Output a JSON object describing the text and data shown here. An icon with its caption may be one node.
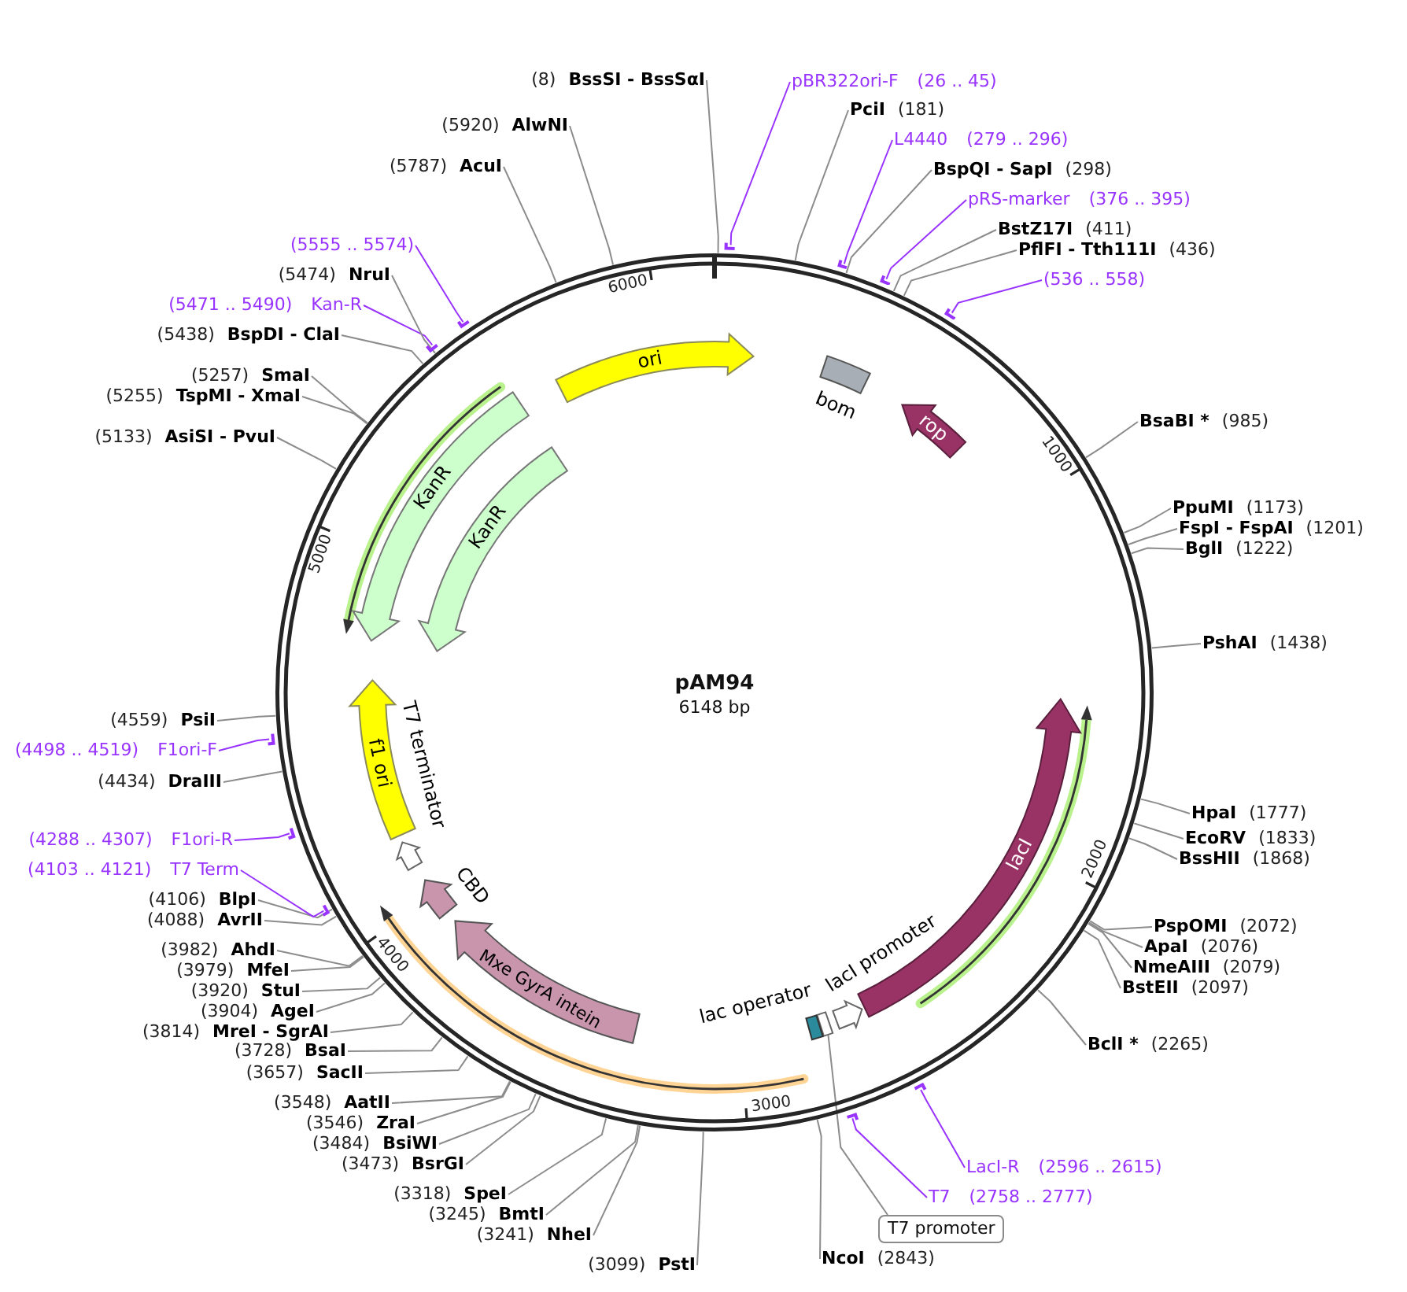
{
  "diagram": {
    "nodes": [
      {
        "text": [
          "pAM94",
          "6148 bp"
        ]
      },
      {
        "text": [
          "ori"
        ],
        "in": 0
      },
      {
        "text": [
          "bom"
        ],
        "in": 0
      },
      {
        "text": [
          "rop"
        ],
        "in": 0
      },
      {
        "text": [
          "lacI"
        ],
        "in": 0
      },
      {
        "text": [
          "lacI promoter"
        ],
        "in": 0
      },
      {
        "text": [],
        "shape": "box",
        "in": 0
      },
      {
        "text": [
          "lac operator"
        ],
        "in": 0
      },
      {
        "text": [
          "Mxe GyrA intein"
        ],
        "in": 0
      },
      {
        "text": [
          "CBD"
        ],
        "in": 0
      },
      {
        "text": [
          "T7 terminator"
        ],
        "in": 0
      },
      {
        "text": [
          "f1 ori"
        ],
        "in": 0
      },
      {
        "text": [
          "KanR"
        ],
        "in": 0
      },
      {
        "text": [
          "KanR"
        ],
        "in": 0
      },
      {
        "text": [
          "(8)",
          "BssSI - BssSαI"
        ]
      },
      {
        "text": [
          "pBR322ori-F",
          "(26 .. 45)"
        ]
      },
      {
        "text": [],
        "shape": "bar"
      },
      {
        "text": [
          "PciI",
          "(181)"
        ]
      },
      {
        "text": [
          "L4440",
          "(279 .. 296)"
        ]
      },
      {
        "text": [],
        "shape": "bar"
      },
      {
        "text": [
          "BspQI - SapI",
          "(298)"
        ]
      },
      {
        "text": [
          "pRS-marker",
          "(376 .. 395)"
        ]
      },
      {
        "text": [],
        "shape": "bar"
      },
      {
        "text": [
          "BstZ17I",
          "(411)"
        ]
      },
      {
        "text": [
          "PflFI - Tth111I",
          "(436)"
        ]
      },
      {
        "text": [
          "(536 .. 558)"
        ]
      },
      {
        "text": [],
        "shape": "bar"
      },
      {
        "text": [
          "BsaBI *",
          "(985)"
        ]
      },
      {
        "text": [
          "PpuMI",
          "(1173)"
        ]
      },
      {
        "text": [
          "FspI - FspAI",
          "(1201)"
        ]
      },
      {
        "text": [
          "BglI",
          "(1222)"
        ]
      },
      {
        "text": [
          "PshAI",
          "(1438)"
        ]
      },
      {
        "text": [
          "HpaI",
          "(1777)"
        ]
      },
      {
        "text": [
          "EcoRV",
          "(1833)"
        ]
      },
      {
        "text": [
          "BssHII",
          "(1868)"
        ]
      },
      {
        "text": [
          "PspOMI",
          "(2072)"
        ]
      },
      {
        "text": [
          "ApaI",
          "(2076)"
        ]
      },
      {
        "text": [
          "NmeAIII",
          "(2079)"
        ]
      },
      {
        "text": [
          "BstEII",
          "(2097)"
        ]
      },
      {
        "text": [
          "BclI *",
          "(2265)"
        ]
      },
      {
        "text": [
          "LacI-R",
          "(2596 .. 2615)"
        ]
      },
      {
        "text": [],
        "shape": "bar"
      },
      {
        "text": [
          "T7",
          "(2758 .. 2777)"
        ]
      },
      {
        "text": [],
        "shape": "bar"
      },
      {
        "text": [
          "T7 promoter"
        ]
      },
      {
        "text": [
          "NcoI",
          "(2843)"
        ]
      },
      {
        "text": [
          "(3099)",
          "PstI"
        ]
      },
      {
        "text": [
          "(3241)",
          "NheI"
        ]
      },
      {
        "text": [
          "(3245)",
          "BmtI"
        ]
      },
      {
        "text": [
          "(3318)",
          "SpeI"
        ]
      },
      {
        "text": [
          "(3473)",
          "BsrGI"
        ]
      },
      {
        "text": [
          "(3484)",
          "BsiWI"
        ]
      },
      {
        "text": [
          "(3546)",
          "ZraI"
        ]
      },
      {
        "text": [
          "(3548)",
          "AatII"
        ]
      },
      {
        "text": [
          "(3657)",
          "SacII"
        ]
      },
      {
        "text": [
          "(3728)",
          "BsaI"
        ]
      },
      {
        "text": [
          "(3814)",
          "MreI - SgrAI"
        ]
      },
      {
        "text": [
          "(3904)",
          "AgeI"
        ]
      },
      {
        "text": [
          "(3920)",
          "StuI"
        ]
      },
      {
        "text": [
          "(3979)",
          "MfeI"
        ]
      },
      {
        "text": [
          "(3982)",
          "AhdI"
        ]
      },
      {
        "text": [
          "(4088)",
          "AvrII"
        ]
      },
      {
        "text": [
          "(4106)",
          "BlpI"
        ]
      },
      {
        "text": [
          "(4103 .. 4121)",
          "T7 Term"
        ]
      },
      {
        "text": [],
        "shape": "bar"
      },
      {
        "text": [
          "(4288 .. 4307)",
          "F1ori-R"
        ]
      },
      {
        "text": [],
        "shape": "bar"
      },
      {
        "text": [
          "(4434)",
          "DraIII"
        ]
      },
      {
        "text": [
          "(4498 .. 4519)",
          "F1ori-F"
        ]
      },
      {
        "text": [],
        "shape": "bar"
      },
      {
        "text": [
          "(4559)",
          "PsiI"
        ]
      },
      {
        "text": [
          "(5133)",
          "AsiSI - PvuI"
        ]
      },
      {
        "text": [
          "(5255)",
          "TspMI - XmaI"
        ]
      },
      {
        "text": [
          "(5257)",
          "SmaI"
        ]
      },
      {
        "text": [
          "(5438)",
          "BspDI - ClaI"
        ]
      },
      {
        "text": [
          "(5471 .. 5490)",
          "Kan-R"
        ]
      },
      {
        "text": [],
        "shape": "bar"
      },
      {
        "text": [
          "(5474)",
          "NruI"
        ]
      },
      {
        "text": [
          "(5555 .. 5574)"
        ]
      },
      {
        "text": [],
        "shape": "bar"
      },
      {
        "text": [
          "(5787)",
          "AcuI"
        ]
      },
      {
        "text": [
          "(5920)",
          "AlwNI"
        ]
      }
    ],
    "edges": [
      {
        "from": 14,
        "to": 0,
        "arrow": "none"
      },
      {
        "from": 15,
        "to": 16,
        "arrow": "none",
        "color": "#9933ff"
      },
      {
        "from": 17,
        "to": 0,
        "arrow": "none"
      },
      {
        "from": 18,
        "to": 19,
        "arrow": "none",
        "color": "#9933ff"
      },
      {
        "from": 20,
        "to": 0,
        "arrow": "none"
      },
      {
        "from": 21,
        "to": 22,
        "arrow": "none",
        "color": "#9933ff"
      },
      {
        "from": 23,
        "to": 0,
        "arrow": "none"
      },
      {
        "from": 24,
        "to": 0,
        "arrow": "none"
      },
      {
        "from": 25,
        "to": 26,
        "arrow": "none",
        "color": "#9933ff"
      },
      {
        "from": 27,
        "to": 0,
        "arrow": "none"
      },
      {
        "from": 28,
        "to": 0,
        "arrow": "none"
      },
      {
        "from": 29,
        "to": 0,
        "arrow": "none"
      },
      {
        "from": 30,
        "to": 0,
        "arrow": "none"
      },
      {
        "from": 31,
        "to": 0,
        "arrow": "none"
      },
      {
        "from": 32,
        "to": 0,
        "arrow": "none"
      },
      {
        "from": 33,
        "to": 0,
        "arrow": "none"
      },
      {
        "from": 34,
        "to": 0,
        "arrow": "none"
      },
      {
        "from": 35,
        "to": 0,
        "arrow": "none"
      },
      {
        "from": 36,
        "to": 0,
        "arrow": "none"
      },
      {
        "from": 37,
        "to": 0,
        "arrow": "none"
      },
      {
        "from": 38,
        "to": 0,
        "arrow": "none"
      },
      {
        "from": 39,
        "to": 0,
        "arrow": "none"
      },
      {
        "from": 40,
        "to": 41,
        "arrow": "none",
        "color": "#9933ff"
      },
      {
        "from": 42,
        "to": 43,
        "arrow": "none",
        "color": "#9933ff"
      },
      {
        "from": 44,
        "to": 6,
        "arrow": "none"
      },
      {
        "from": 45,
        "to": 0,
        "arrow": "none"
      },
      {
        "from": 46,
        "to": 0,
        "arrow": "none"
      },
      {
        "from": 47,
        "to": 0,
        "arrow": "none"
      },
      {
        "from": 48,
        "to": 0,
        "arrow": "none"
      },
      {
        "from": 49,
        "to": 0,
        "arrow": "none"
      },
      {
        "from": 50,
        "to": 0,
        "arrow": "none"
      },
      {
        "from": 51,
        "to": 0,
        "arrow": "none"
      },
      {
        "from": 52,
        "to": 0,
        "arrow": "none"
      },
      {
        "from": 53,
        "to": 0,
        "arrow": "none"
      },
      {
        "from": 54,
        "to": 0,
        "arrow": "none"
      },
      {
        "from": 55,
        "to": 0,
        "arrow": "none"
      },
      {
        "from": 56,
        "to": 0,
        "arrow": "none"
      },
      {
        "from": 57,
        "to": 0,
        "arrow": "none"
      },
      {
        "from": 58,
        "to": 0,
        "arrow": "none"
      },
      {
        "from": 59,
        "to": 0,
        "arrow": "none"
      },
      {
        "from": 60,
        "to": 0,
        "arrow": "none"
      },
      {
        "from": 61,
        "to": 0,
        "arrow": "none"
      },
      {
        "from": 62,
        "to": 0,
        "arrow": "none"
      },
      {
        "from": 63,
        "to": 64,
        "arrow": "none",
        "color": "#9933ff"
      },
      {
        "from": 65,
        "to": 66,
        "arrow": "none",
        "color": "#9933ff"
      },
      {
        "from": 67,
        "to": 0,
        "arrow": "none"
      },
      {
        "from": 68,
        "to": 69,
        "arrow": "none",
        "color": "#9933ff"
      },
      {
        "from": 70,
        "to": 0,
        "arrow": "none"
      },
      {
        "from": 71,
        "to": 0,
        "arrow": "none"
      },
      {
        "from": 72,
        "to": 0,
        "arrow": "none"
      },
      {
        "from": 73,
        "to": 0,
        "arrow": "none"
      },
      {
        "from": 74,
        "to": 0,
        "arrow": "none"
      },
      {
        "from": 75,
        "to": 76,
        "arrow": "none",
        "color": "#9933ff"
      },
      {
        "from": 77,
        "to": 0,
        "arrow": "none"
      },
      {
        "from": 78,
        "to": 79,
        "arrow": "none",
        "color": "#9933ff"
      },
      {
        "from": 80,
        "to": 0,
        "arrow": "none"
      },
      {
        "from": 81,
        "to": 0,
        "arrow": "none"
      }
    ],
    "labels": [
      "6000",
      "1000",
      "5000",
      "2000",
      "4000",
      "3000"
    ]
  }
}
